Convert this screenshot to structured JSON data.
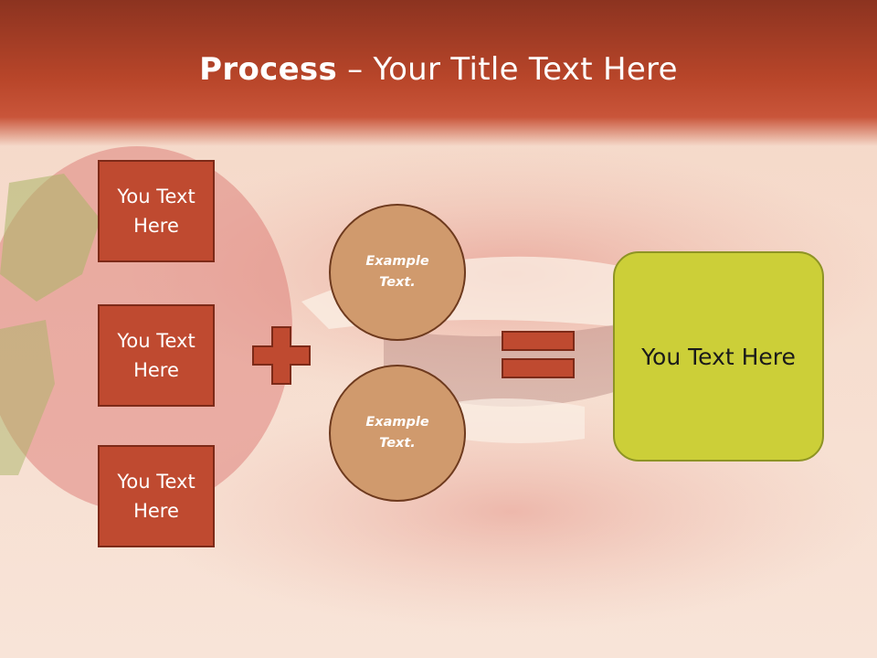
{
  "slide": {
    "title_bold": "Process",
    "title_rest": " – Your Title Text Here",
    "left_boxes": [
      "You Text\nHere",
      "You Text\nHere",
      "You Text\nHere"
    ],
    "circles": [
      "Example\nText.",
      "Example\nText."
    ],
    "result": "You Text Here"
  },
  "icons": {
    "plus": "plus-icon",
    "equals": "equals-icon"
  },
  "colors": {
    "header": "#b9462a",
    "box_fill": "#bf4a30",
    "circle_fill": "#d09a6d",
    "result_fill": "#cccf38"
  }
}
